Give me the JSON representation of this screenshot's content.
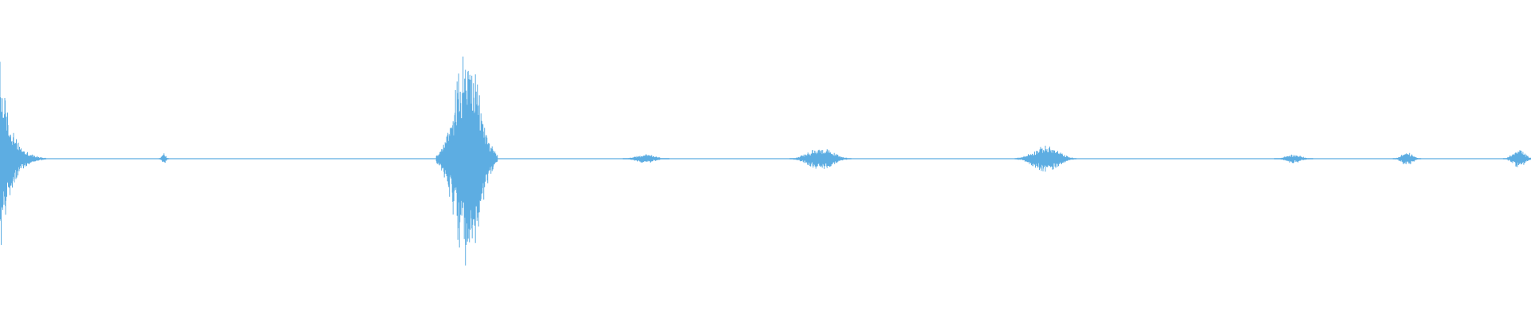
{
  "waveform": {
    "color": "#5dade2",
    "background": "#ffffff",
    "duration_fraction_note": "",
    "bursts": [
      {
        "position": 0.0,
        "width": 0.03,
        "amplitude": 0.9,
        "shape": "decay"
      },
      {
        "position": 0.107,
        "width": 0.006,
        "amplitude": 0.05,
        "shape": "blip"
      },
      {
        "position": 0.305,
        "width": 0.04,
        "amplitude": 1.0,
        "shape": "burst"
      },
      {
        "position": 0.422,
        "width": 0.03,
        "amplitude": 0.04,
        "shape": "blip"
      },
      {
        "position": 0.536,
        "width": 0.04,
        "amplitude": 0.1,
        "shape": "blip"
      },
      {
        "position": 0.683,
        "width": 0.04,
        "amplitude": 0.12,
        "shape": "blip"
      },
      {
        "position": 0.845,
        "width": 0.025,
        "amplitude": 0.04,
        "shape": "blip"
      },
      {
        "position": 0.919,
        "width": 0.018,
        "amplitude": 0.06,
        "shape": "blip"
      },
      {
        "position": 0.992,
        "width": 0.02,
        "amplitude": 0.08,
        "shape": "blip"
      }
    ]
  }
}
